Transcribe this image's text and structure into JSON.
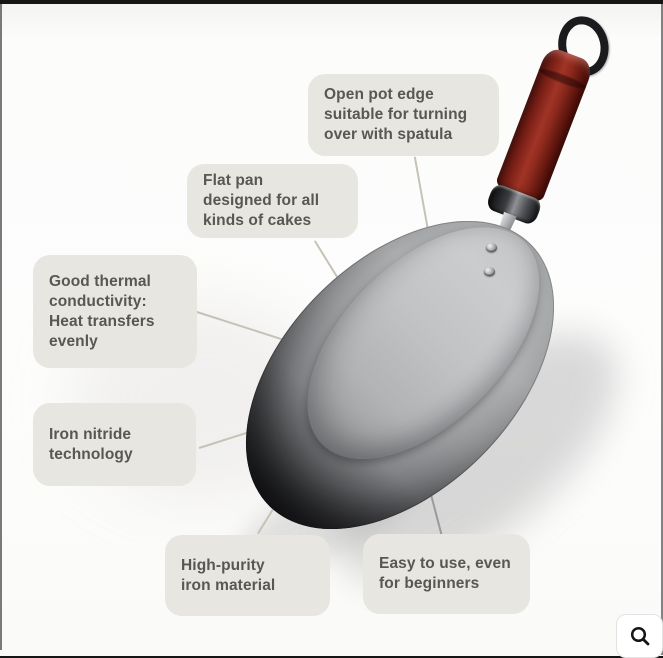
{
  "image": {
    "description": "Flat iron pan with red wooden handle, annotated with feature callouts"
  },
  "labels": [
    {
      "id": "open-pot-edge",
      "text": "Open pot edge\nsuitable for turning\nover with spatula"
    },
    {
      "id": "flat-pan",
      "text": "Flat pan\ndesigned for all\nkinds of cakes"
    },
    {
      "id": "thermal",
      "text": "Good thermal\nconductivity:\nHeat transfers\nevenly"
    },
    {
      "id": "iron-nitride",
      "text": "Iron nitride\ntechnology"
    },
    {
      "id": "high-purity",
      "text": "High-purity\niron material"
    },
    {
      "id": "easy-to-use",
      "text": "Easy to use, even\nfor beginners"
    }
  ],
  "product": {
    "item": "flat crepe pan",
    "handle": "red wooden handle with black hanging loop",
    "rivets": 2
  },
  "zoom_button": {
    "icon": "magnifier-icon"
  },
  "colors": {
    "label_bg": "#e8e6e0",
    "label_text": "#595751",
    "line_color": "#c6c2b5",
    "line_color_dark": "#9a9a98",
    "frame_bar": "#151515",
    "handle_wood": "#8e2a1d",
    "pan_dark": "#27282a",
    "pan_light": "#cbccce",
    "zoom_icon": "#151515"
  }
}
